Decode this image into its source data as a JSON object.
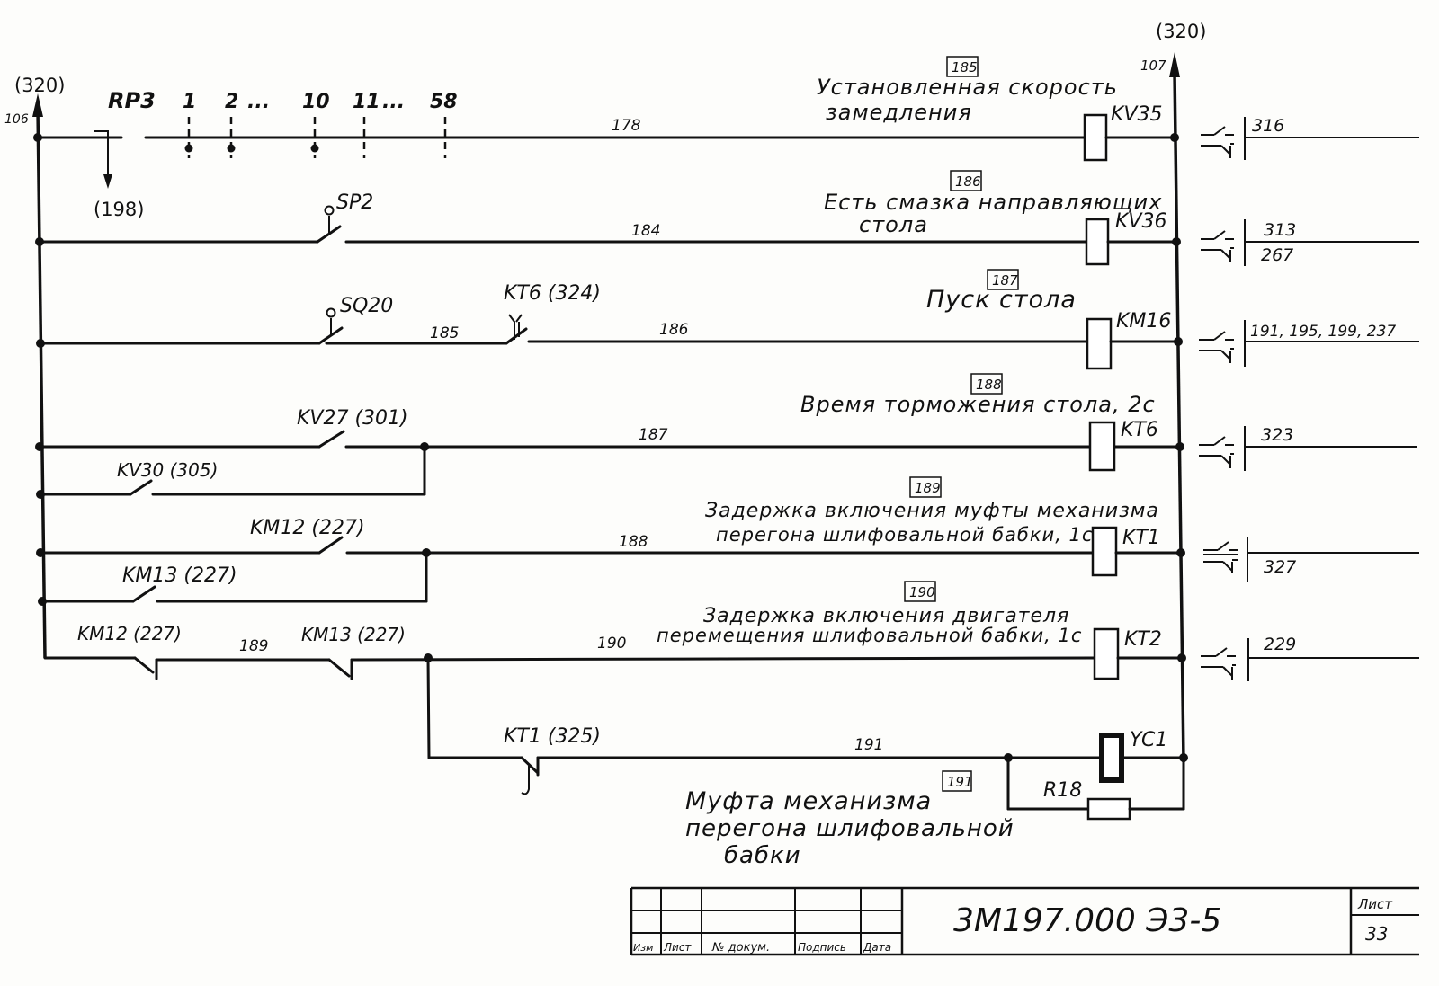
{
  "sheet": {
    "document_code": "3М197.000 Э3-5",
    "sheet_label": "Лист",
    "sheet_number": "33",
    "title_block_headers": [
      "Изм",
      "Лист",
      "№ докум.",
      "Подпись",
      "Дата"
    ]
  },
  "buses": {
    "left_ref": "(320)",
    "left_wire": "106",
    "right_ref": "(320)",
    "right_wire": "107"
  },
  "rungs": [
    {
      "line": "185",
      "description": [
        "Установленная   скорость",
        "замедления"
      ],
      "switch": "RP3",
      "switch_positions": [
        "1",
        "2",
        "...",
        "10",
        "11",
        "...",
        "58"
      ],
      "ref_arrow": "(198)",
      "wire": "178",
      "coil": "KV35",
      "contacts": [
        "316"
      ]
    },
    {
      "line": "186",
      "description": [
        "Есть  смазка  направляющих",
        "стола"
      ],
      "contact": "SP2",
      "wire": "184",
      "coil": "KV36",
      "contacts": [
        "313",
        "267"
      ]
    },
    {
      "line": "187",
      "description": [
        "Пуск   стола"
      ],
      "contact": "SQ20",
      "contact2": "KT6 (324)",
      "wires": [
        "185",
        "186"
      ],
      "coil": "KM16",
      "contacts": [
        "191, 195, 199, 237"
      ]
    },
    {
      "line": "188",
      "description": [
        "Время  торможения  стола, 2с"
      ],
      "contact": "KV27 (301)",
      "parallel_contact": "KV30 (305)",
      "wire": "187",
      "coil": "KT6",
      "contacts": [
        "323"
      ]
    },
    {
      "line": "189",
      "description": [
        "Задержка  включения  муфты  механизма",
        "перегона  шлифовальной  бабки, 1с"
      ],
      "contact": "KM12  (227)",
      "parallel_contact": "KM13 (227)",
      "wire": "188",
      "coil": "KT1",
      "contacts": [
        "327"
      ]
    },
    {
      "line": "190",
      "description": [
        "Задержка  включения  двигателя",
        "перемещения  шлифовальной  бабки, 1с"
      ],
      "contact": "KM12  (227)",
      "contact2": "KM13 (227)",
      "wires": [
        "189",
        "190"
      ],
      "coil": "KT2",
      "contacts": [
        "229"
      ]
    },
    {
      "line": "191",
      "description": [
        "Муфта  механизма",
        "перегона  шлифовальной",
        "бабки"
      ],
      "contact": "KT1 (325)",
      "wire": "191",
      "coil": "YC1",
      "resistor": "R18"
    }
  ]
}
